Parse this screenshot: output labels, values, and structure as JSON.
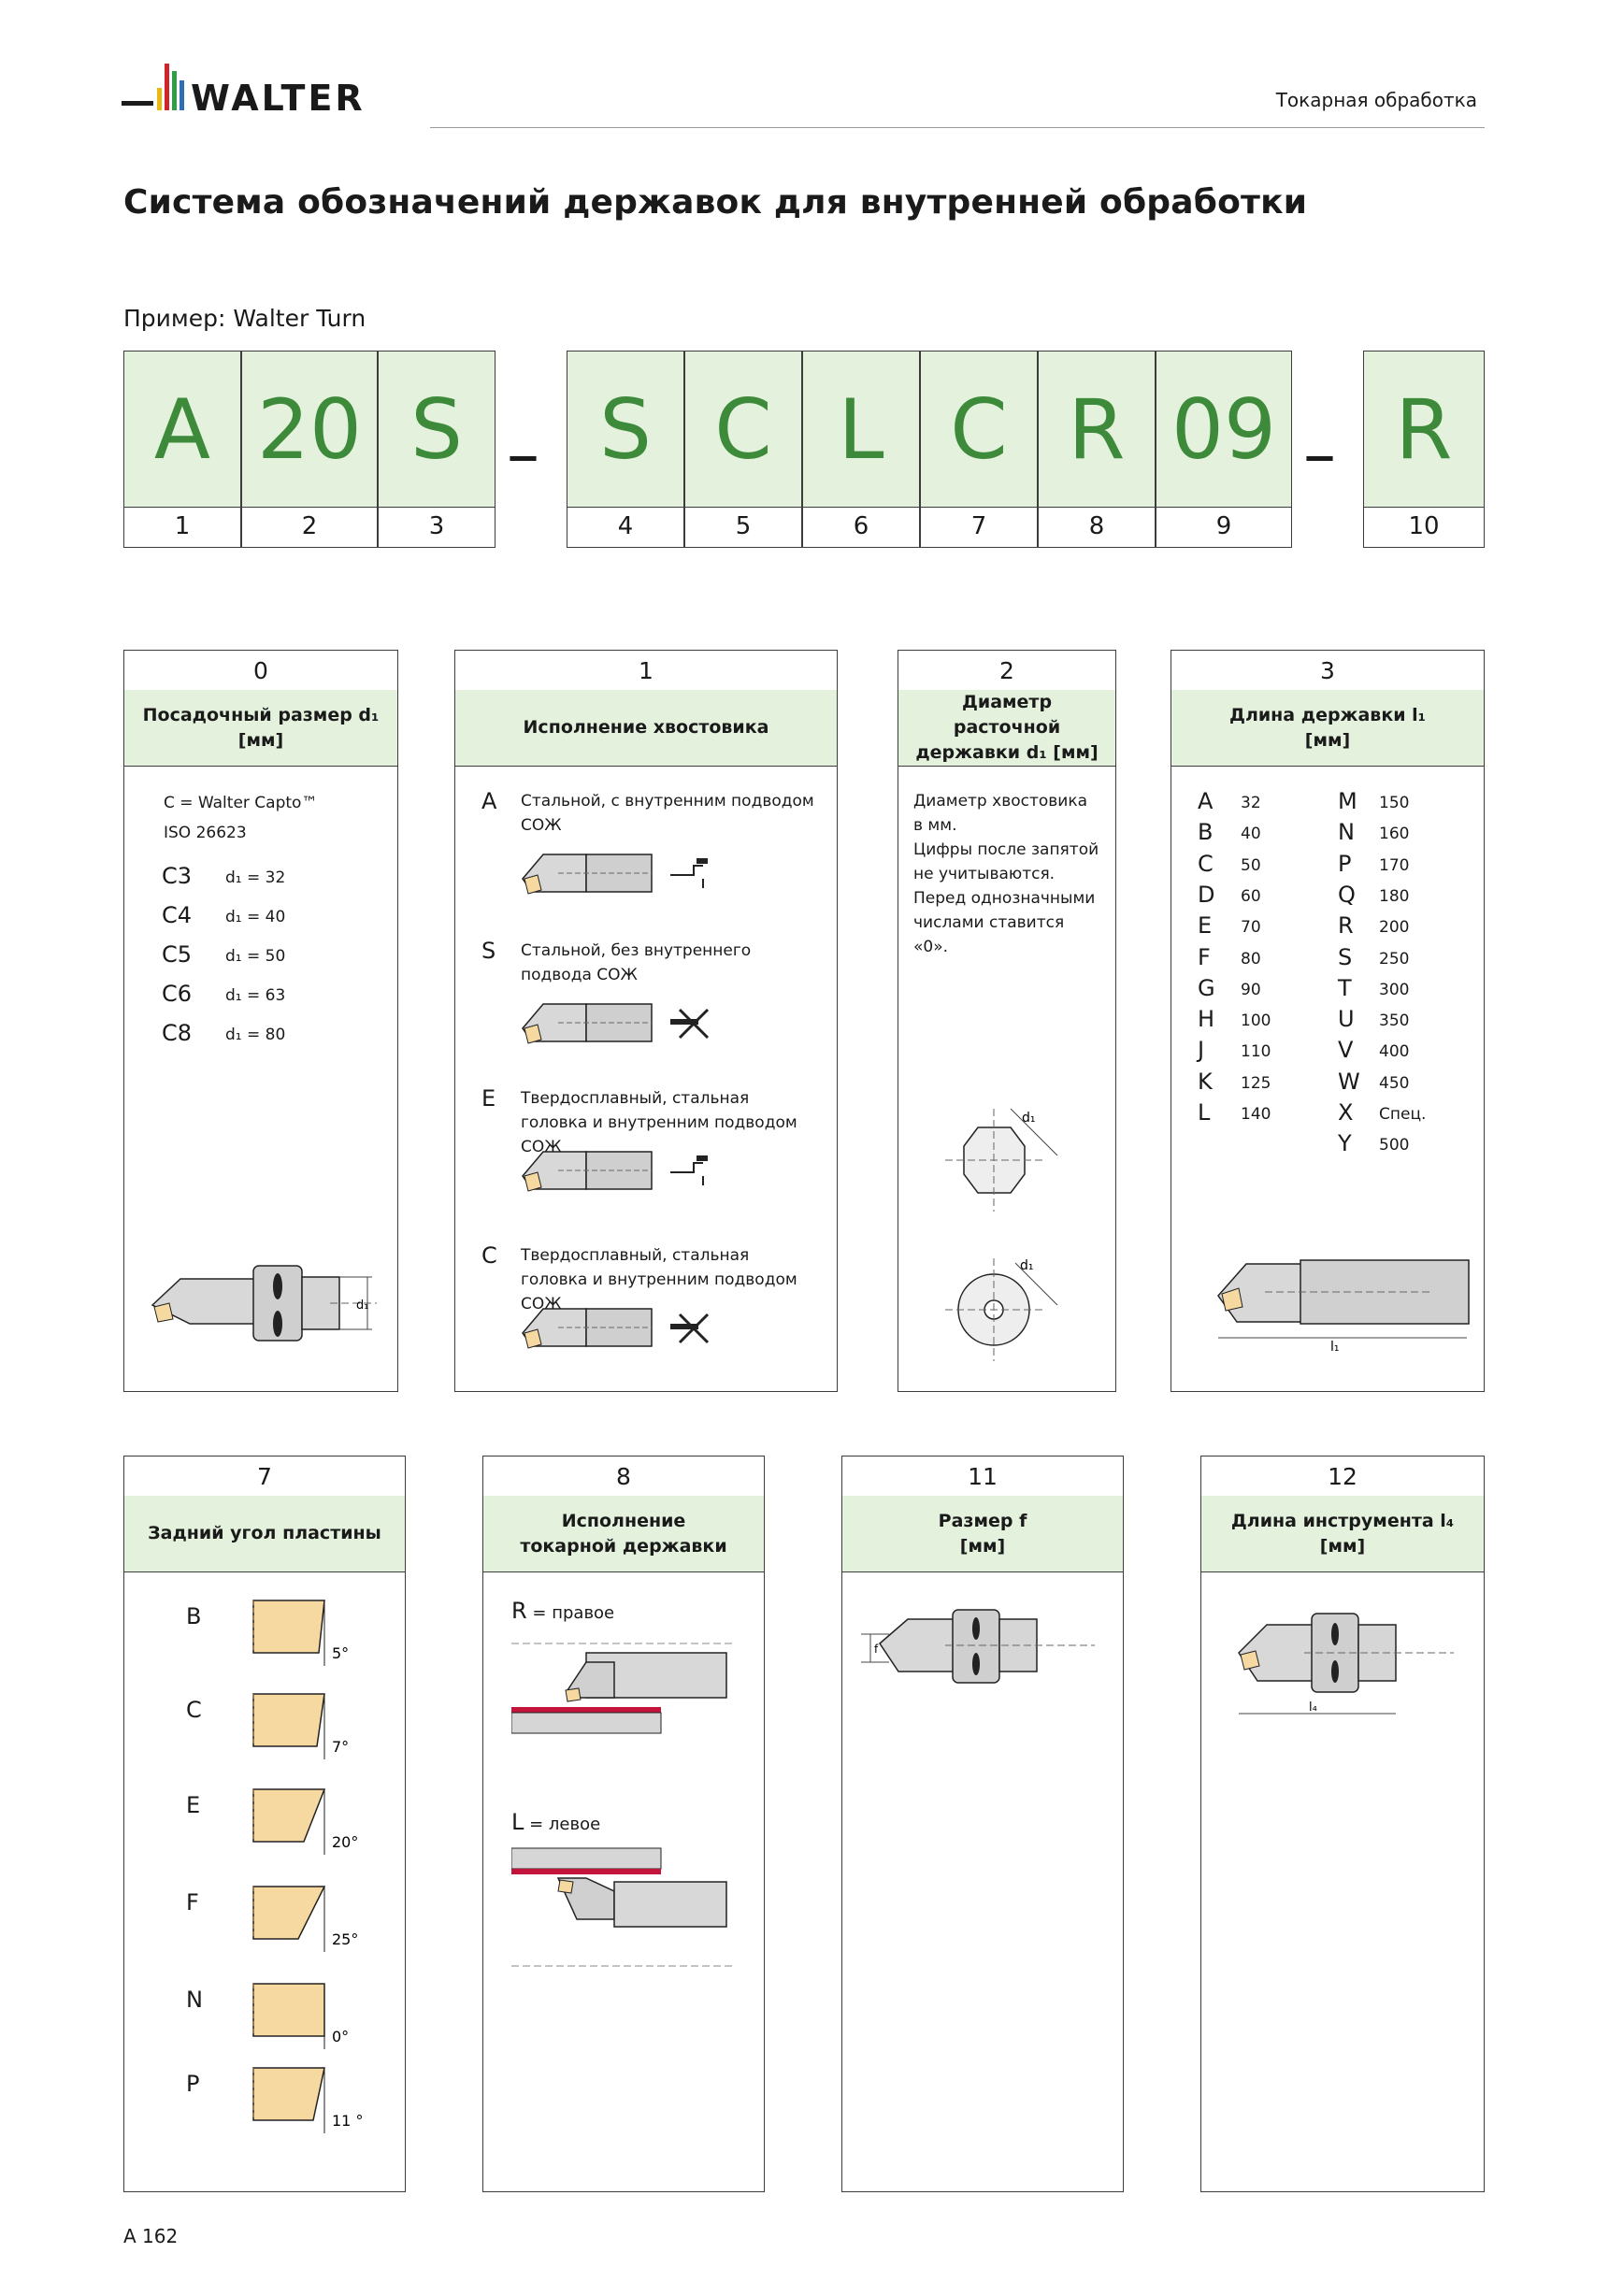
{
  "header": {
    "logo_text": "WALTER",
    "section": "Токарная обработка"
  },
  "title": "Система обозначений державок для внутренней обработки",
  "example": "Пример: Walter Turn",
  "code": [
    {
      "letter": "A",
      "num": "1"
    },
    {
      "letter": "20",
      "num": "2"
    },
    {
      "letter": "S",
      "num": "3"
    },
    {
      "letter": "S",
      "num": "4"
    },
    {
      "letter": "C",
      "num": "5"
    },
    {
      "letter": "L",
      "num": "6"
    },
    {
      "letter": "C",
      "num": "7"
    },
    {
      "letter": "R",
      "num": "8"
    },
    {
      "letter": "09",
      "num": "9"
    },
    {
      "letter": "R",
      "num": "10"
    }
  ],
  "dash": "–",
  "p0": {
    "num": "0",
    "title": "Посадочный размер d₁\n[мм]",
    "l1": "C = Walter Capto™",
    "l2": "ISO 26623",
    "rows": [
      {
        "code": "C3",
        "val": "d₁ = 32"
      },
      {
        "code": "C4",
        "val": "d₁ = 40"
      },
      {
        "code": "C5",
        "val": "d₁ = 50"
      },
      {
        "code": "C6",
        "val": "d₁ = 63"
      },
      {
        "code": "C8",
        "val": "d₁ = 80"
      }
    ],
    "dim": "d₁"
  },
  "p1": {
    "num": "1",
    "title": "Исполнение хвостовика",
    "items": [
      {
        "code": "A",
        "text": "Стальной, с внутренним подводом СОЖ"
      },
      {
        "code": "S",
        "text": "Стальной, без внутреннего подвода СОЖ"
      },
      {
        "code": "E",
        "text": "Твердосплавный, стальная головка и внутренним подводом СОЖ"
      },
      {
        "code": "C",
        "text": "Твердосплавный, стальная головка и внутренним подводом СОЖ"
      }
    ]
  },
  "p2": {
    "num": "2",
    "title": "Диаметр расточной державки d₁ [мм]",
    "text": [
      "Диаметр хвостовика",
      "в мм.",
      "Цифры после запятой",
      "не учитываются.",
      "Перед однозначными",
      "числами ставится",
      "«0»."
    ],
    "dim": "d₁"
  },
  "p3": {
    "num": "3",
    "title": "Длина державки l₁\n[мм]",
    "left": [
      {
        "code": "A",
        "val": "32"
      },
      {
        "code": "B",
        "val": "40"
      },
      {
        "code": "C",
        "val": "50"
      },
      {
        "code": "D",
        "val": "60"
      },
      {
        "code": "E",
        "val": "70"
      },
      {
        "code": "F",
        "val": "80"
      },
      {
        "code": "G",
        "val": "90"
      },
      {
        "code": "H",
        "val": "100"
      },
      {
        "code": "J",
        "val": "110"
      },
      {
        "code": "K",
        "val": "125"
      },
      {
        "code": "L",
        "val": "140"
      }
    ],
    "right": [
      {
        "code": "M",
        "val": "150"
      },
      {
        "code": "N",
        "val": "160"
      },
      {
        "code": "P",
        "val": "170"
      },
      {
        "code": "Q",
        "val": "180"
      },
      {
        "code": "R",
        "val": "200"
      },
      {
        "code": "S",
        "val": "250"
      },
      {
        "code": "T",
        "val": "300"
      },
      {
        "code": "U",
        "val": "350"
      },
      {
        "code": "V",
        "val": "400"
      },
      {
        "code": "W",
        "val": "450"
      },
      {
        "code": "X",
        "val": "Спец."
      },
      {
        "code": "Y",
        "val": "500"
      }
    ],
    "dim": "l₁"
  },
  "p7": {
    "num": "7",
    "title": "Задний угол пластины",
    "rows": [
      {
        "code": "B",
        "angle": "5°"
      },
      {
        "code": "C",
        "angle": "7°"
      },
      {
        "code": "E",
        "angle": "20°"
      },
      {
        "code": "F",
        "angle": "25°"
      },
      {
        "code": "N",
        "angle": "0°"
      },
      {
        "code": "P",
        "angle": "11 °"
      }
    ]
  },
  "p8": {
    "num": "8",
    "title": "Исполнение\nтокарной державки",
    "r_code": "R",
    "r_text": " = правое",
    "l_code": "L",
    "l_text": " = левое"
  },
  "p11": {
    "num": "11",
    "title": "Размер f\n[мм]",
    "dim": "f"
  },
  "p12": {
    "num": "12",
    "title": "Длина инструмента l₄\n[мм]",
    "dim": "l₄"
  },
  "page_number": "A 162",
  "colors": {
    "green_fill": "#e3f1dd",
    "green_text": "#3d8a3a",
    "insert": "#f6d9a0",
    "cut_red": "#c3143b"
  }
}
